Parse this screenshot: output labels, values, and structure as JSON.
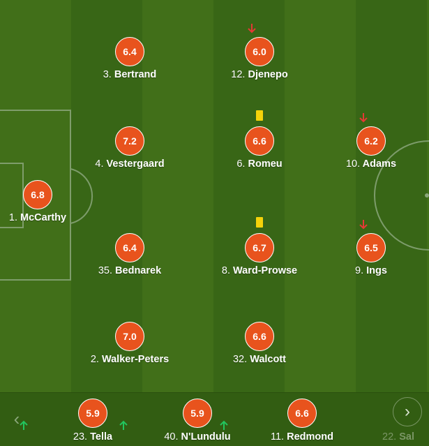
{
  "starters": [
    {
      "id": "mccarthy",
      "number": "1.",
      "name": "McCarthy",
      "rating": "6.8"
    },
    {
      "id": "bertrand",
      "number": "3.",
      "name": "Bertrand",
      "rating": "6.4"
    },
    {
      "id": "vestergaard",
      "number": "4.",
      "name": "Vestergaard",
      "rating": "7.2"
    },
    {
      "id": "bednarek",
      "number": "35.",
      "name": "Bednarek",
      "rating": "6.4"
    },
    {
      "id": "walker-peters",
      "number": "2.",
      "name": "Walker-Peters",
      "rating": "7.0"
    },
    {
      "id": "djenepo",
      "number": "12.",
      "name": "Djenepo",
      "rating": "6.0"
    },
    {
      "id": "romeu",
      "number": "6.",
      "name": "Romeu",
      "rating": "6.6"
    },
    {
      "id": "ward-prowse",
      "number": "8.",
      "name": "Ward-Prowse",
      "rating": "6.7"
    },
    {
      "id": "walcott",
      "number": "32.",
      "name": "Walcott",
      "rating": "6.6"
    },
    {
      "id": "adams",
      "number": "10.",
      "name": "Adams",
      "rating": "6.2"
    },
    {
      "id": "ings",
      "number": "9.",
      "name": "Ings",
      "rating": "6.5"
    }
  ],
  "substitutes": [
    {
      "id": "tella",
      "number": "23.",
      "name": "Tella",
      "rating": "5.9"
    },
    {
      "id": "nlundulu",
      "number": "40.",
      "name": "N'Lundulu",
      "rating": "5.9"
    },
    {
      "id": "redmond",
      "number": "11.",
      "name": "Redmond",
      "rating": "6.6"
    },
    {
      "id": "partial",
      "number": "22.",
      "name": "Sal"
    }
  ],
  "nav": {
    "prev_icon": "‹",
    "next_icon": "›"
  },
  "colors": {
    "rating_bg": "#e8531d",
    "card": "#f5d20a",
    "sub_out": "#e53935",
    "sub_in": "#22c55e"
  }
}
